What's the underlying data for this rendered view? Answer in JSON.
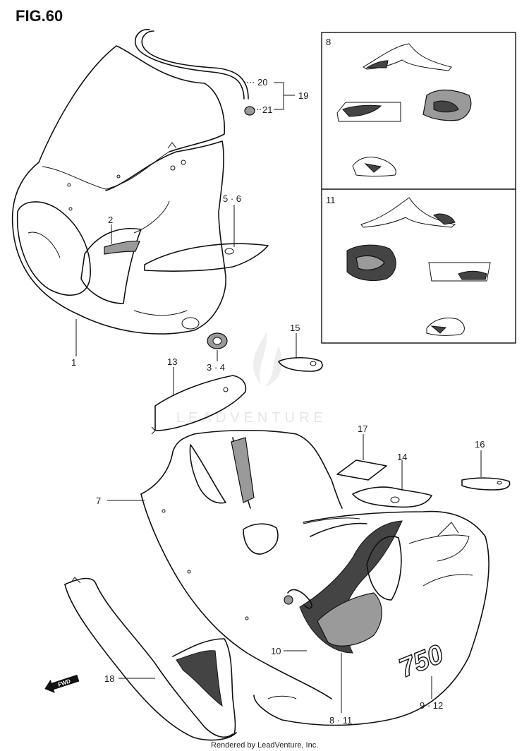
{
  "figure": {
    "title": "FIG.60"
  },
  "inset_labels": {
    "upper": "8",
    "lower": "11"
  },
  "callouts": {
    "c1": "1",
    "c2": "2",
    "c3_4": "3 · 4",
    "c5_6": "5 · 6",
    "c7": "7",
    "c8_11": "8 · 11",
    "c9_12": "9 · 12",
    "c10": "10",
    "c13": "13",
    "c14": "14",
    "c15": "15",
    "c16": "16",
    "c17": "17",
    "c18": "18",
    "c19": "19",
    "c20": "20",
    "c21": "21"
  },
  "decal_text": "750",
  "fwd_arrow": {
    "label": "FWD",
    "icon": "forward-arrow-icon"
  },
  "watermark": "LEADVENTURE",
  "footer": "Rendered by LeadVenture, Inc."
}
